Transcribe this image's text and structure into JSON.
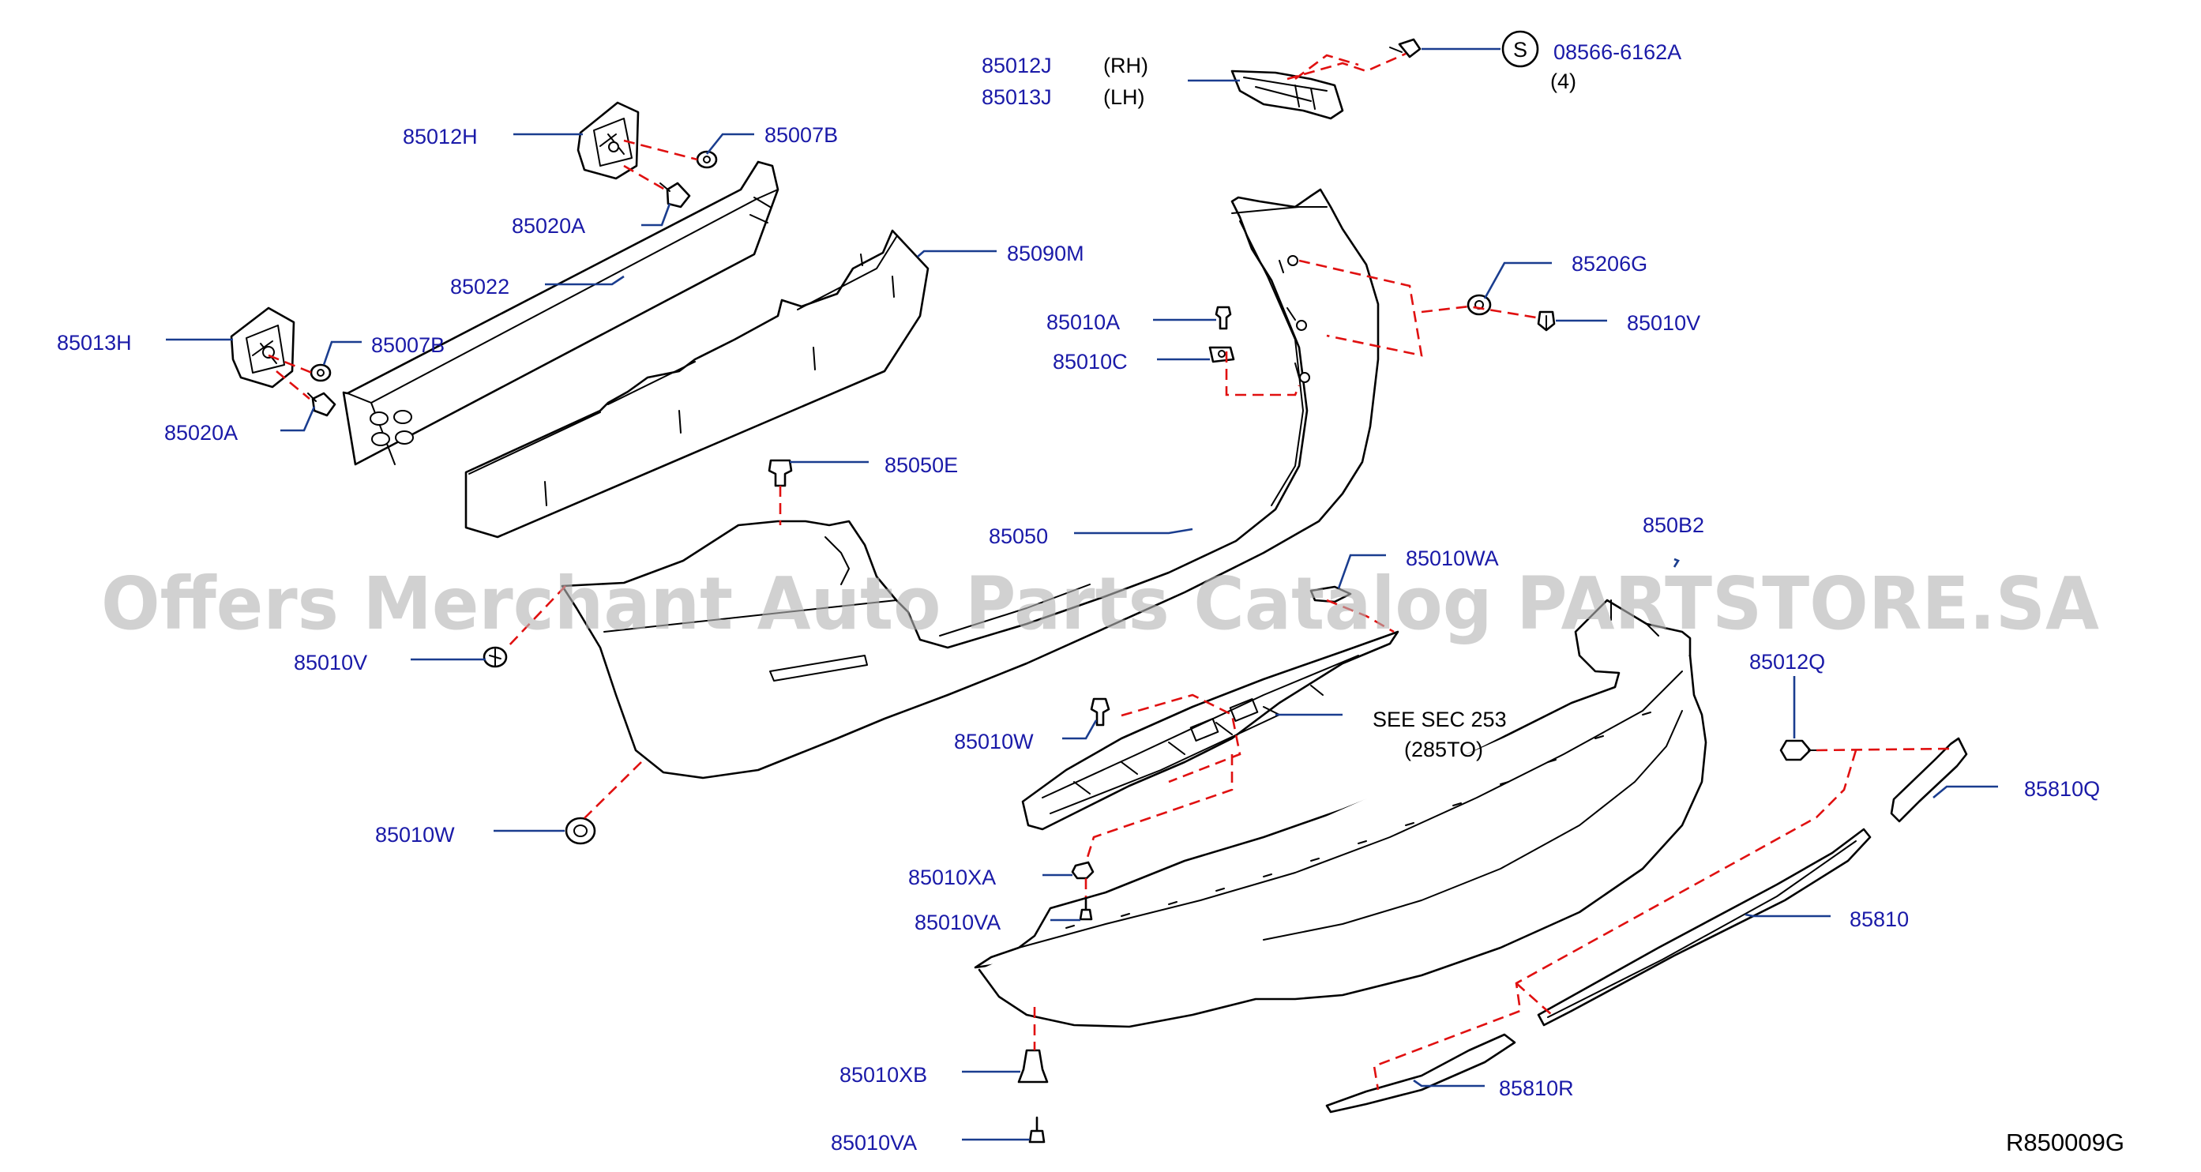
{
  "diagram": {
    "reference_code": "R850009G",
    "watermark": "Offers Merchant Auto Parts Catalog PARTSTORE.SA",
    "see_sec": "SEE   SEC   253",
    "see_sec_sub": "(285TO)",
    "symbol_s": "S",
    "labels": {
      "p85012J": "85012J",
      "p85013J": "85013J",
      "rh": "(RH)",
      "lh": "(LH)",
      "p08566": "08566-6162A",
      "qty4": "(4)",
      "p85012H": "85012H",
      "p85007B_a": "85007B",
      "p85020A_a": "85020A",
      "p85022": "85022",
      "p85090M": "85090M",
      "p85013H": "85013H",
      "p85007B_b": "85007B",
      "p85020A_b": "85020A",
      "p85010A": "85010A",
      "p85010C": "85010C",
      "p85206G": "85206G",
      "p85010V_a": "85010V",
      "p85050E": "85050E",
      "p85050": "85050",
      "p850B2": "850B2",
      "p85010WA": "85010WA",
      "p85010V_b": "85010V",
      "p85010W_a": "85010W",
      "p85012Q": "85012Q",
      "p85010W_b": "85010W",
      "p85810Q": "85810Q",
      "p85010XA": "85010XA",
      "p85010VA_a": "85010VA",
      "p85810": "85810",
      "p85010XB": "85010XB",
      "p85810R": "85810R",
      "p85010VA_b": "85010VA"
    }
  },
  "colors": {
    "label": "#1a1aa8",
    "leader": "#1a3d8f",
    "dashed_connector": "#e01010",
    "line_art": "#000000",
    "watermark": "#b4b4b4"
  }
}
